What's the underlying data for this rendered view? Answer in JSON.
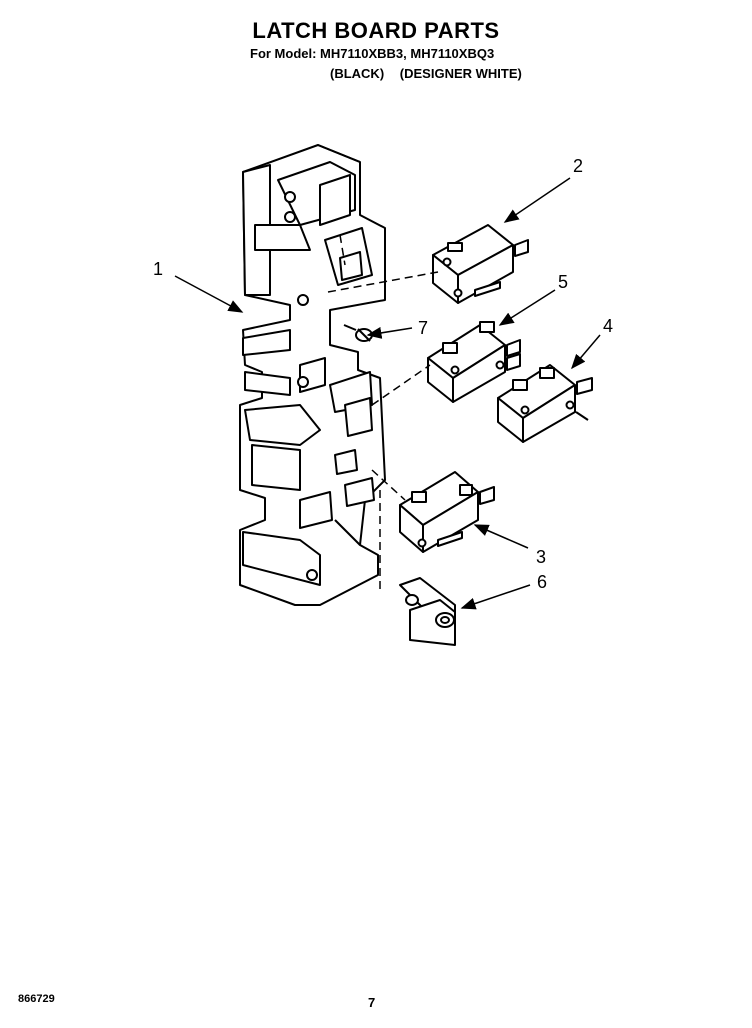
{
  "header": {
    "title": "LATCH BOARD PARTS",
    "models_line": "For Model: MH7110XBB3, MH7110XBQ3",
    "variant_black": "(BLACK)",
    "variant_white": "(DESIGNER WHITE)"
  },
  "callouts": {
    "c1": "1",
    "c2": "2",
    "c3": "3",
    "c4": "4",
    "c5": "5",
    "c6": "6",
    "c7": "7"
  },
  "footer": {
    "doc_number": "866729",
    "page_number": "7"
  }
}
